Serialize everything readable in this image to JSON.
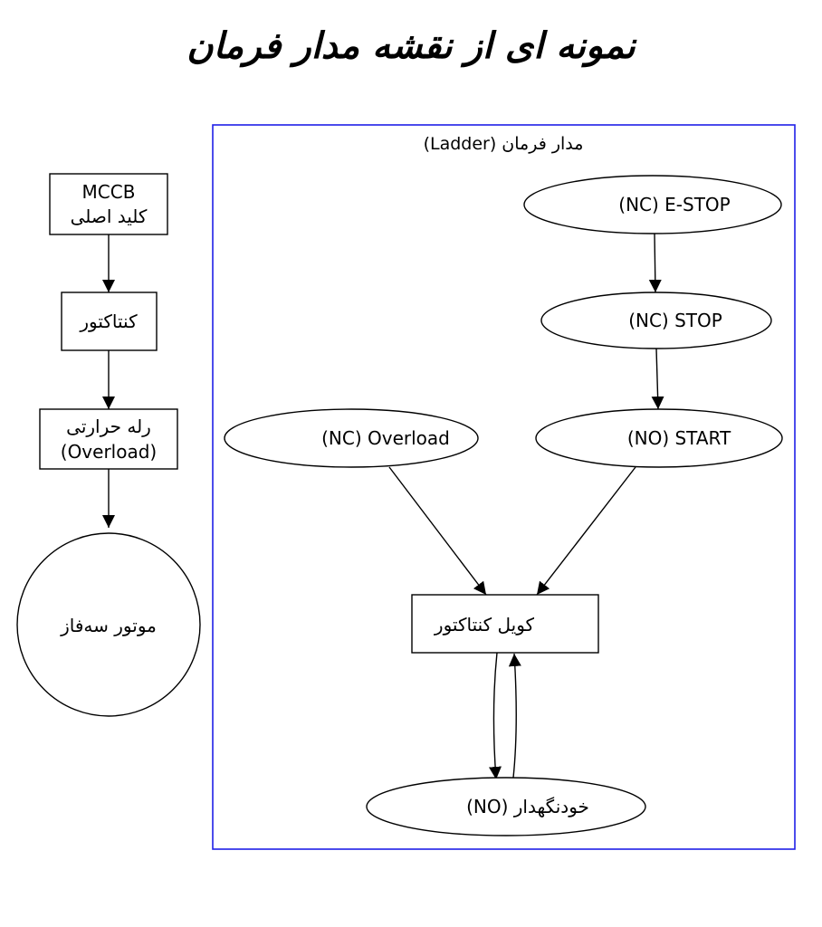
{
  "title": "نمونه ای از نقشه مدار فرمان",
  "colors": {
    "cluster_border": "#2020e8",
    "stroke": "#000000"
  },
  "power_circuit": {
    "nodes": [
      {
        "id": "mccb",
        "line1": "MCCB",
        "line2": "کلید اصلی",
        "shape": "box"
      },
      {
        "id": "contactor",
        "line1": "کنتاکتور",
        "shape": "box"
      },
      {
        "id": "overload_relay",
        "line1": "رله حرارتی",
        "line2": "(Overload)",
        "shape": "box"
      },
      {
        "id": "motor",
        "line1": "موتور سه‌فاز",
        "shape": "circle"
      }
    ],
    "edges": [
      [
        "mccb",
        "contactor"
      ],
      [
        "contactor",
        "overload_relay"
      ],
      [
        "overload_relay",
        "motor"
      ]
    ]
  },
  "control_circuit": {
    "label": "مدار فرمان (Ladder)",
    "nodes": [
      {
        "id": "estop",
        "text": "(NC) E-STOP",
        "shape": "ellipse"
      },
      {
        "id": "stop",
        "text": "(NC) STOP",
        "shape": "ellipse"
      },
      {
        "id": "overload",
        "text": "(NC) Overload",
        "shape": "ellipse"
      },
      {
        "id": "start",
        "text": "(NO) START",
        "shape": "ellipse"
      },
      {
        "id": "coil",
        "text": "کویل کنتاکتور",
        "shape": "box"
      },
      {
        "id": "holding",
        "text": "خودنگهدار (NO)",
        "shape": "ellipse"
      }
    ],
    "edges": [
      [
        "estop",
        "stop"
      ],
      [
        "stop",
        "start"
      ],
      [
        "overload",
        "coil"
      ],
      [
        "start",
        "coil"
      ],
      [
        "coil",
        "holding"
      ],
      [
        "holding",
        "coil"
      ]
    ]
  }
}
